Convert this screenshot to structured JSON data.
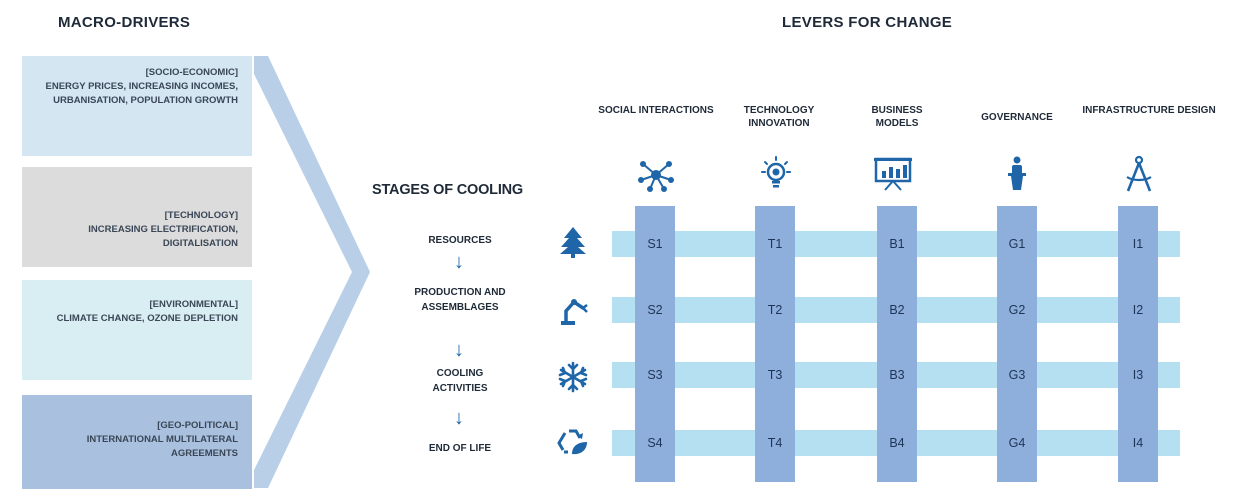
{
  "headers": {
    "macro": "MACRO-DRIVERS",
    "levers": "LEVERS FOR CHANGE",
    "stages": "STAGES OF COOLING"
  },
  "drivers": [
    {
      "category": "[SOCIO-ECONOMIC]",
      "text": "ENERGY PRICES, INCREASING INCOMES, URBANISATION, POPULATION GROWTH",
      "color": "#d3e6f2"
    },
    {
      "category": "[TECHNOLOGY]",
      "text": "INCREASING ELECTRIFICATION, DIGITALISATION",
      "color": "#dcdcdc"
    },
    {
      "category": "[ENVIRONMENTAL]",
      "text": "CLIMATE CHANGE, OZONE DEPLETION",
      "color": "#d9eef2"
    },
    {
      "category": "[GEO-POLITICAL]",
      "text": "INTERNATIONAL MULTILATERAL AGREEMENTS",
      "color": "#a9c1df"
    }
  ],
  "levers": [
    {
      "label": "SOCIAL INTERACTIONS",
      "icon": "network-icon",
      "code": "S"
    },
    {
      "label": "TECHNOLOGY INNOVATION",
      "icon": "lightbulb-icon",
      "code": "T"
    },
    {
      "label": "BUSINESS MODELS",
      "icon": "presentation-icon",
      "code": "B"
    },
    {
      "label": "GOVERNANCE",
      "icon": "podium-speaker-icon",
      "code": "G"
    },
    {
      "label": "INFRASTRUCTURE DESIGN",
      "icon": "compass-icon",
      "code": "I"
    }
  ],
  "stages": [
    {
      "label": "RESOURCES",
      "icon": "tree-icon"
    },
    {
      "label": "PRODUCTION AND ASSEMBLAGES",
      "icon": "robot-arm-icon"
    },
    {
      "label": "COOLING ACTIVITIES",
      "icon": "snowflake-icon"
    },
    {
      "label": "END OF LIFE",
      "icon": "recycle-icon"
    }
  ],
  "grid": [
    [
      "S1",
      "T1",
      "B1",
      "G1",
      "I1"
    ],
    [
      "S2",
      "T2",
      "B2",
      "G2",
      "I2"
    ],
    [
      "S3",
      "T3",
      "B3",
      "G3",
      "I3"
    ],
    [
      "S4",
      "T4",
      "B4",
      "G4",
      "I4"
    ]
  ],
  "colors": {
    "row_band": "#b5e0f2",
    "column_band": "#8eaedb",
    "arrow": "#1f66a8",
    "chevron": "#b9cfe8"
  }
}
